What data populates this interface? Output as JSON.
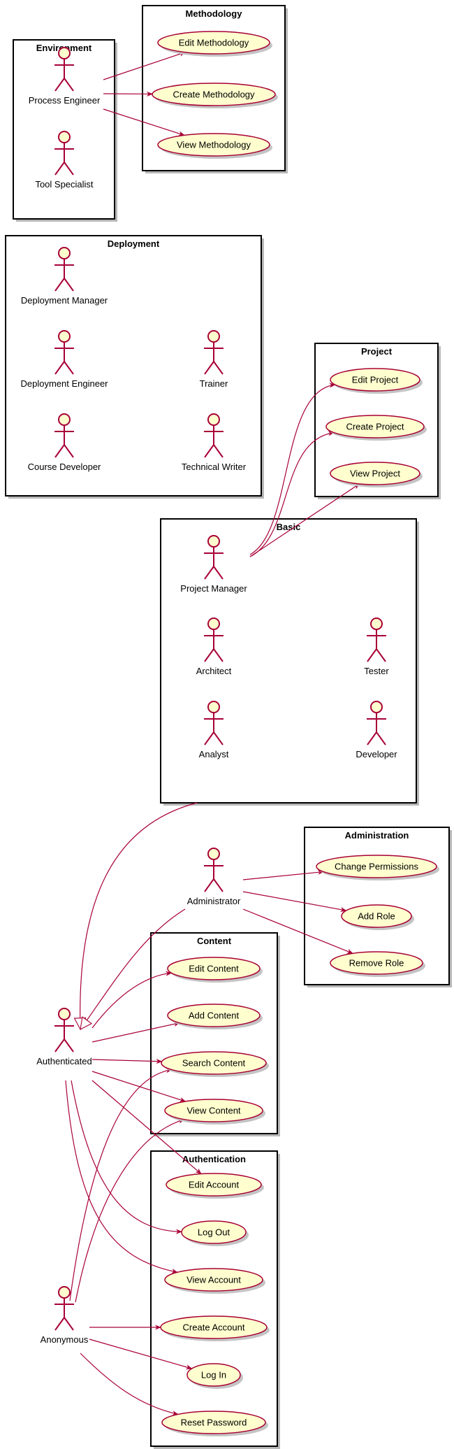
{
  "colors": {
    "line": "#a80036",
    "fill": "#fefece",
    "package_border": "#000000"
  },
  "packages": [
    {
      "id": "methodology",
      "title": "Methodology"
    },
    {
      "id": "environment",
      "title": "Environment"
    },
    {
      "id": "deployment",
      "title": "Deployment"
    },
    {
      "id": "project",
      "title": "Project"
    },
    {
      "id": "basic",
      "title": "Basic"
    },
    {
      "id": "administration",
      "title": "Administration"
    },
    {
      "id": "content",
      "title": "Content"
    },
    {
      "id": "authentication",
      "title": "Authentication"
    }
  ],
  "actors": [
    {
      "id": "process-engineer",
      "label": "Process Engineer"
    },
    {
      "id": "tool-specialist",
      "label": "Tool Specialist"
    },
    {
      "id": "deployment-manager",
      "label": "Deployment Manager"
    },
    {
      "id": "deployment-engineer",
      "label": "Deployment Engineer"
    },
    {
      "id": "trainer",
      "label": "Trainer"
    },
    {
      "id": "course-developer",
      "label": "Course Developer"
    },
    {
      "id": "technical-writer",
      "label": "Technical Writer"
    },
    {
      "id": "project-manager",
      "label": "Project Manager"
    },
    {
      "id": "architect",
      "label": "Architect"
    },
    {
      "id": "tester",
      "label": "Tester"
    },
    {
      "id": "analyst",
      "label": "Analyst"
    },
    {
      "id": "developer",
      "label": "Developer"
    },
    {
      "id": "administrator",
      "label": "Administrator"
    },
    {
      "id": "authenticated",
      "label": "Authenticated"
    },
    {
      "id": "anonymous",
      "label": "Anonymous"
    }
  ],
  "usecases": [
    {
      "id": "edit-methodology",
      "label": "Edit Methodology"
    },
    {
      "id": "create-methodology",
      "label": "Create Methodology"
    },
    {
      "id": "view-methodology",
      "label": "View Methodology"
    },
    {
      "id": "edit-project",
      "label": "Edit Project"
    },
    {
      "id": "create-project",
      "label": "Create Project"
    },
    {
      "id": "view-project",
      "label": "View Project"
    },
    {
      "id": "change-permissions",
      "label": "Change Permissions"
    },
    {
      "id": "add-role",
      "label": "Add Role"
    },
    {
      "id": "remove-role",
      "label": "Remove Role"
    },
    {
      "id": "edit-content",
      "label": "Edit Content"
    },
    {
      "id": "add-content",
      "label": "Add Content"
    },
    {
      "id": "search-content",
      "label": "Search Content"
    },
    {
      "id": "view-content",
      "label": "View Content"
    },
    {
      "id": "edit-account",
      "label": "Edit Account"
    },
    {
      "id": "log-out",
      "label": "Log Out"
    },
    {
      "id": "view-account",
      "label": "View Account"
    },
    {
      "id": "create-account",
      "label": "Create Account"
    },
    {
      "id": "log-in",
      "label": "Log In"
    },
    {
      "id": "reset-password",
      "label": "Reset Password"
    }
  ],
  "associations": [
    {
      "from": "process-engineer",
      "to": "edit-methodology"
    },
    {
      "from": "process-engineer",
      "to": "create-methodology"
    },
    {
      "from": "process-engineer",
      "to": "view-methodology"
    },
    {
      "from": "project-manager",
      "to": "edit-project"
    },
    {
      "from": "project-manager",
      "to": "create-project"
    },
    {
      "from": "project-manager",
      "to": "view-project"
    },
    {
      "from": "administrator",
      "to": "change-permissions"
    },
    {
      "from": "administrator",
      "to": "add-role"
    },
    {
      "from": "administrator",
      "to": "remove-role"
    },
    {
      "from": "authenticated",
      "to": "edit-content"
    },
    {
      "from": "authenticated",
      "to": "add-content"
    },
    {
      "from": "authenticated",
      "to": "search-content"
    },
    {
      "from": "authenticated",
      "to": "view-content"
    },
    {
      "from": "authenticated",
      "to": "edit-account"
    },
    {
      "from": "authenticated",
      "to": "log-out"
    },
    {
      "from": "authenticated",
      "to": "view-account"
    },
    {
      "from": "anonymous",
      "to": "search-content"
    },
    {
      "from": "anonymous",
      "to": "view-content"
    },
    {
      "from": "anonymous",
      "to": "create-account"
    },
    {
      "from": "anonymous",
      "to": "log-in"
    },
    {
      "from": "anonymous",
      "to": "reset-password"
    }
  ],
  "generalizations": [
    {
      "from": "basic",
      "to": "authenticated"
    },
    {
      "from": "administrator",
      "to": "authenticated"
    }
  ]
}
